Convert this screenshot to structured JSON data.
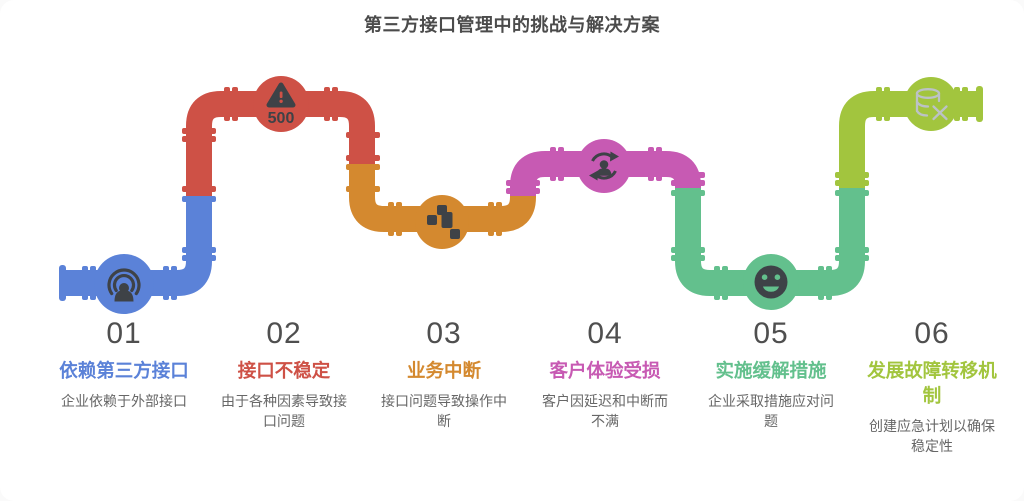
{
  "title": "第三方接口管理中的挑战与解决方案",
  "steps": [
    {
      "number": "01",
      "heading": "依赖第三方接口",
      "description": "企业依赖于外部接口",
      "color": "#5b82d8",
      "icon": "podcast-icon"
    },
    {
      "number": "02",
      "heading": "接口不稳定",
      "description": "由于各种因素导致接口问题",
      "color": "#ce5146",
      "icon": "warning-500-icon",
      "badge": "500"
    },
    {
      "number": "03",
      "heading": "业务中断",
      "description": "接口问题导致操作中断",
      "color": "#d4892f",
      "icon": "broken-blocks-icon"
    },
    {
      "number": "04",
      "heading": "客户体验受损",
      "description": "客户因延迟和中断而不满",
      "color": "#c75ab3",
      "icon": "user-sync-icon"
    },
    {
      "number": "05",
      "heading": "实施缓解措施",
      "description": "企业采取措施应对问题",
      "color": "#63c08d",
      "icon": "smiley-icon"
    },
    {
      "number": "06",
      "heading": "发展故障转移机制",
      "description": "创建应急计划以确保稳定性",
      "color": "#a2c53e",
      "icon": "database-error-icon"
    }
  ],
  "icon_colors": {
    "dark": "#3e4247",
    "light": "#bcc2c6"
  }
}
